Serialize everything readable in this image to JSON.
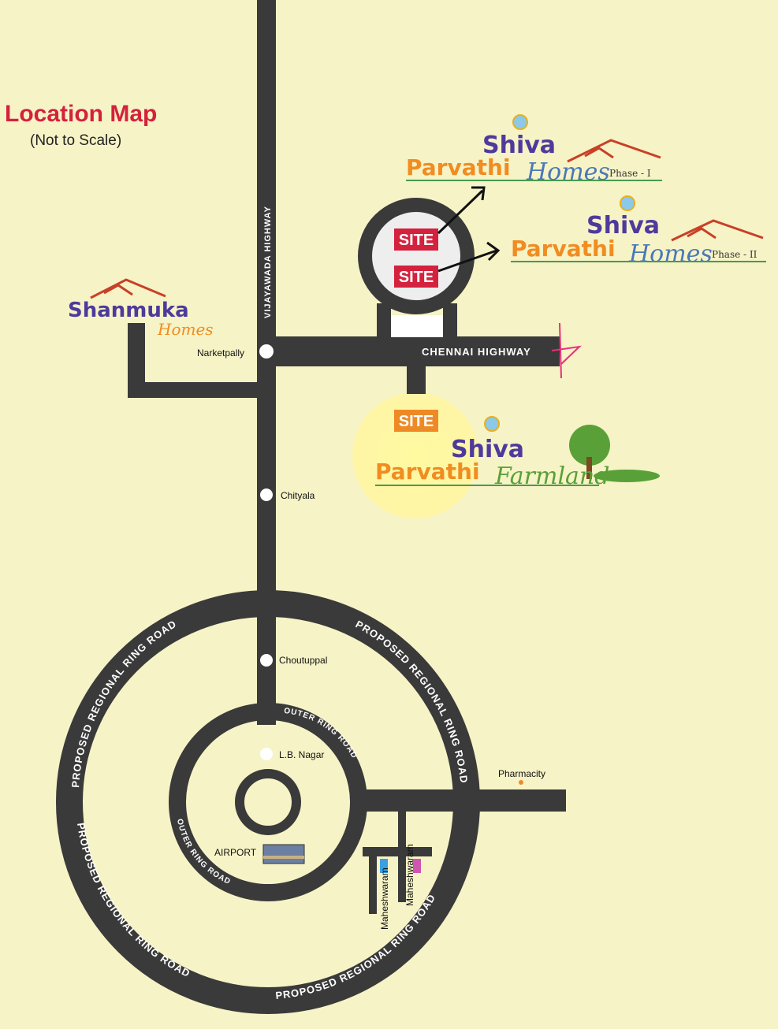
{
  "header": {
    "title": "Location Map",
    "subtitle": "(Not to Scale)"
  },
  "roads": {
    "vijayawada_highway": "VIJAYAWADA HIGHWAY",
    "chennai_highway": "CHENNAI HIGHWAY",
    "outer_ring_road": "OUTER RING ROAD",
    "regional_ring_road": "PROPOSED REGIONAL RING ROAD"
  },
  "places": {
    "narketpally": "Narketpally",
    "chityala": "Chityala",
    "choutuppal": "Choutuppal",
    "lb_nagar": "L.B. Nagar",
    "airport": "AIRPORT",
    "pharmacity": "Pharmacity",
    "maheshwaram": "Maheshwaram"
  },
  "sites": {
    "site_label": "SITE"
  },
  "brands": {
    "phase1": {
      "line1": "Shiva",
      "line2": "Parvathi",
      "script": "Homes",
      "phase": "Phase - I"
    },
    "phase2": {
      "line1": "Shiva",
      "line2": "Parvathi",
      "script": "Homes",
      "phase": "Phase - II"
    },
    "farmland": {
      "line1": "Shiva",
      "line2": "Parvathi",
      "script": "Farmland"
    },
    "shanmuka": {
      "line1": "Shanmuka",
      "script": "Homes"
    }
  },
  "colors": {
    "background": "#f6f3c6",
    "road": "#3a3a3a",
    "site_red": "#d4213d",
    "site_orange": "#ee8a25",
    "title": "#d4213d"
  }
}
